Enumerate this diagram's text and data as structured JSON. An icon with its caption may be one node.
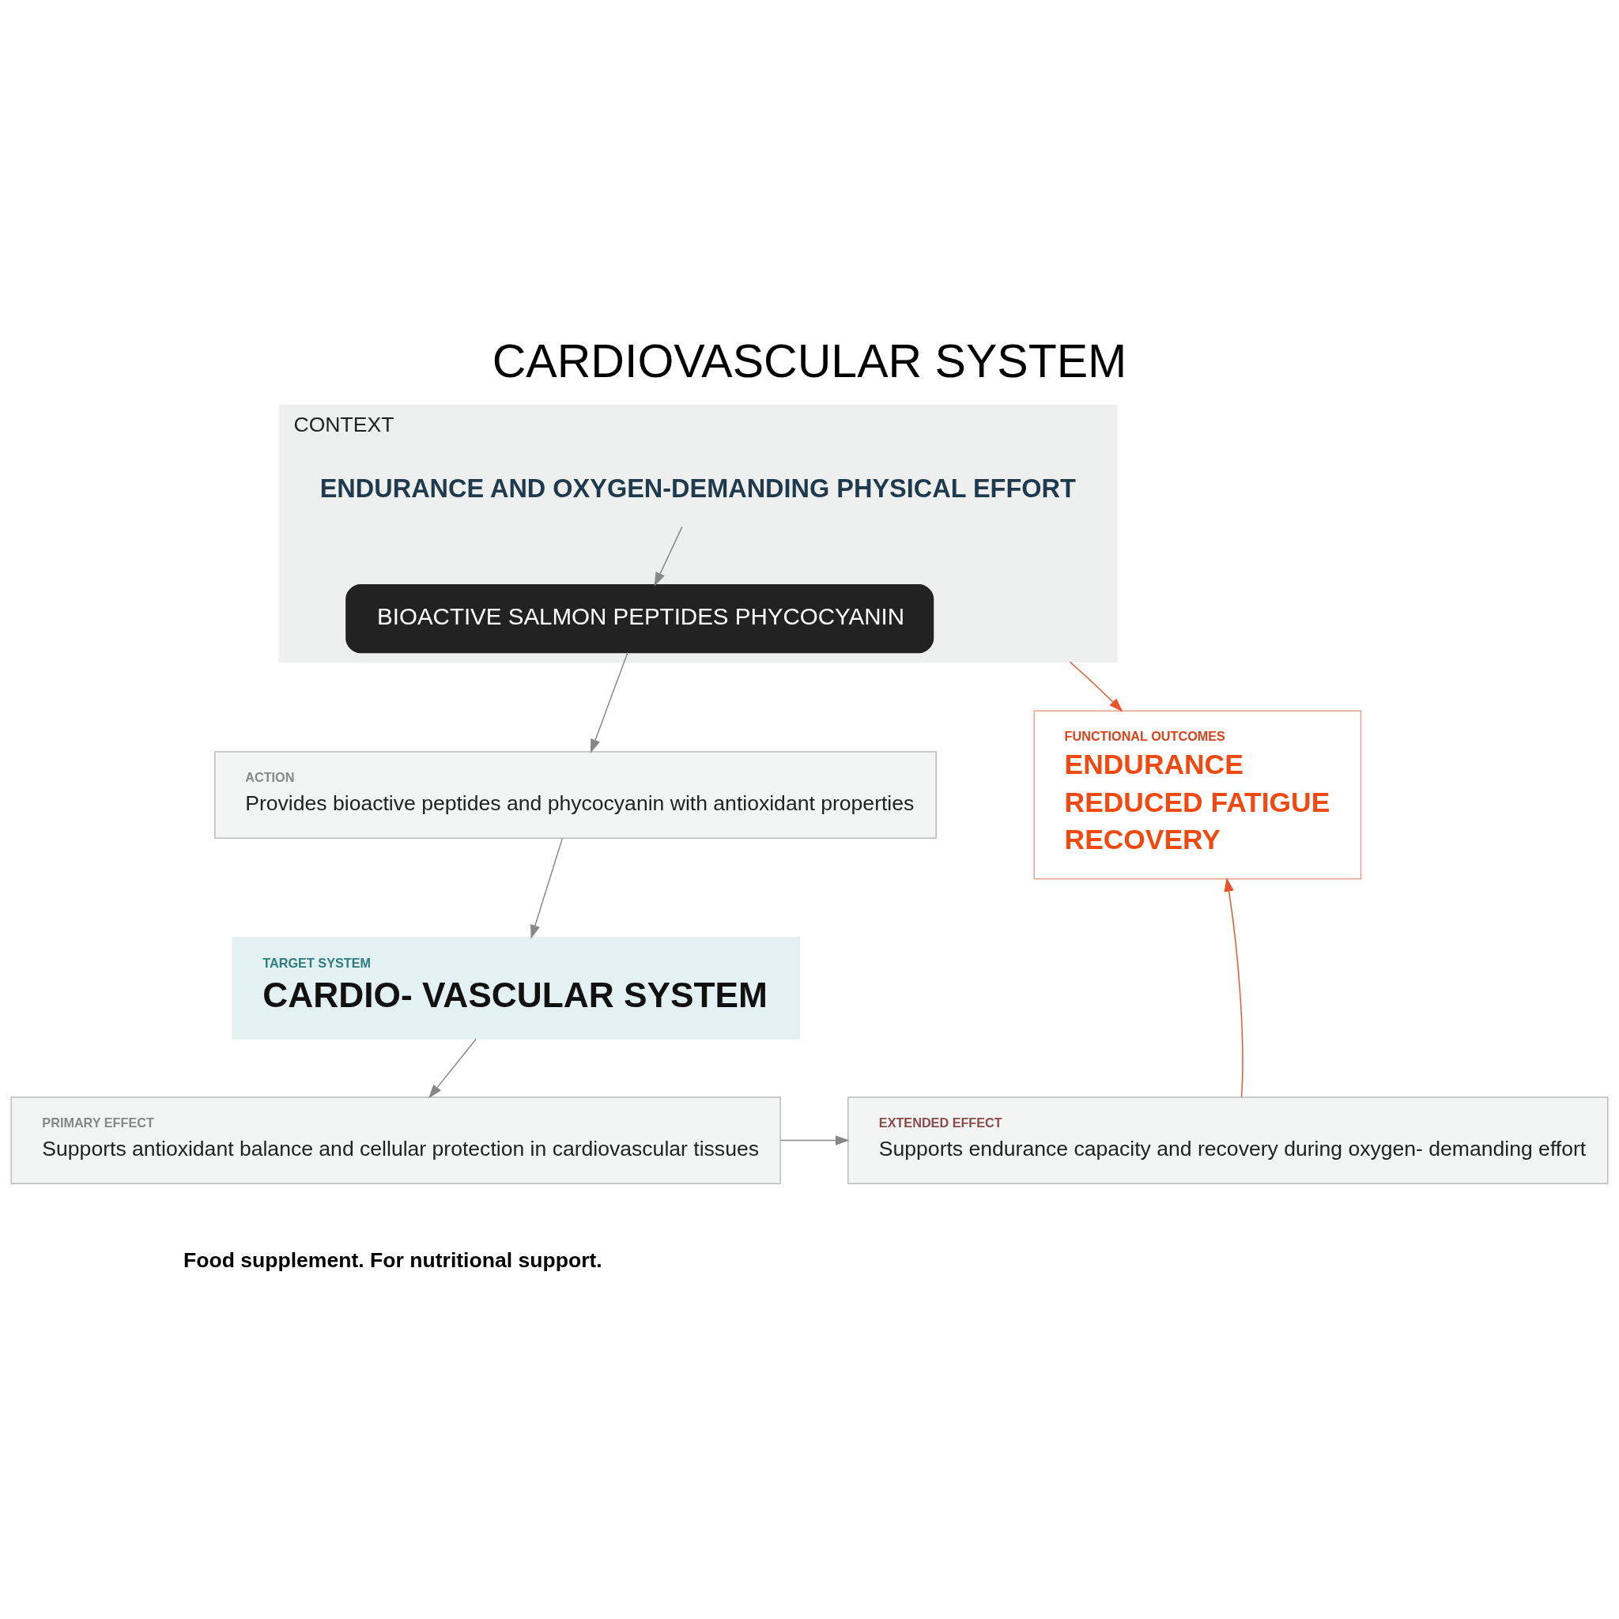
{
  "diagram": {
    "title": "CARDIOVASCULAR SYSTEM",
    "nodes": [
      {
        "text": [
          "CONTEXT"
        ]
      },
      {
        "text": [
          "ENDURANCE AND OXYGEN-DEMANDING PHYSICAL EFFORT"
        ],
        "in": 0
      },
      {
        "text": [
          "BIOACTIVE SALMON PEPTIDES PHYCOCYANIN"
        ],
        "in": 0
      },
      {
        "text": [
          "ACTION",
          "Provides bioactive peptides and phycocyanin with antioxidant properties"
        ]
      },
      {
        "text": [
          "FUNCTIONAL OUTCOMES",
          "ENDURANCE",
          "REDUCED FATIGUE",
          "RECOVERY"
        ]
      },
      {
        "text": [
          "TARGET SYSTEM",
          "CARDIO- VASCULAR SYSTEM"
        ]
      },
      {
        "text": [
          "EXTENDED EFFECT",
          "Supports endurance capacity and recovery during oxygen- demanding effort"
        ]
      },
      {
        "text": [
          "PRIMARY EFFECT",
          "Supports antioxidant balance and cellular protection in cardiovascular tissues"
        ]
      }
    ],
    "edges": [
      {
        "from": 1,
        "to": 2,
        "arrow": "to"
      },
      {
        "from": 0,
        "to": 4,
        "arrow": "to",
        "color": "#e8542a"
      },
      {
        "from": 2,
        "to": 3,
        "arrow": "to"
      },
      {
        "from": 3,
        "to": 5,
        "arrow": "to"
      },
      {
        "from": 5,
        "to": 7,
        "arrow": "to"
      },
      {
        "from": 7,
        "to": 6,
        "arrow": "to"
      },
      {
        "from": 6,
        "to": 4,
        "arrow": "to",
        "color": "#e8542a"
      }
    ],
    "labels": [
      "Food supplement. For nutritional support."
    ]
  }
}
